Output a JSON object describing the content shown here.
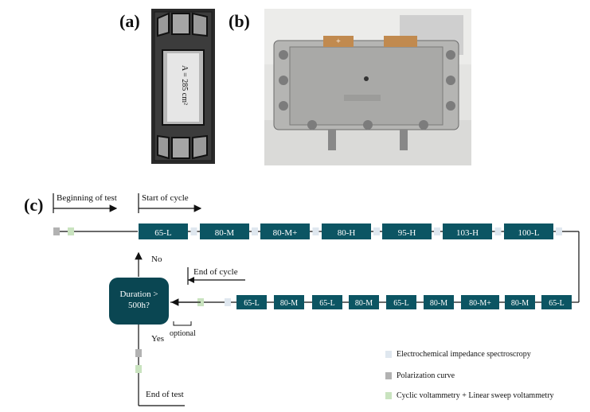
{
  "panels": {
    "a": "(a)",
    "b": "(b)",
    "c": "(c)"
  },
  "cell_area_label": "A = 285 cm²",
  "timeline": {
    "beginning_of_test": "Beginning of test",
    "start_of_cycle": "Start of cycle",
    "end_of_cycle": "End of cycle",
    "end_of_test": "End of test",
    "optional": "optional",
    "no": "No",
    "yes": "Yes"
  },
  "cycle_top": [
    "65-L",
    "80-M",
    "80-M+",
    "80-H",
    "95-H",
    "103-H",
    "100-L"
  ],
  "cycle_bottom": [
    "65-L",
    "80-M",
    "65-L",
    "80-M",
    "65-L",
    "80-M",
    "80-M+",
    "80-M",
    "65-L"
  ],
  "decision": {
    "line1": "Duration >",
    "line2": "500h?"
  },
  "legend": [
    {
      "label": "Electrochemical impedance spectroscropy",
      "color": "#dfe7ef"
    },
    {
      "label": "Polarization curve",
      "color": "#b2b2b2"
    },
    {
      "label": "Cyclic voltammetry + Linear sweep voltammetry",
      "color": "#c9e3bf"
    }
  ],
  "colors": {
    "box": "#0c5563",
    "decision": "#0a4652",
    "eis": "#dfe7ef",
    "polarization": "#b2b2b2",
    "cv_lsv": "#c9e3bf"
  }
}
